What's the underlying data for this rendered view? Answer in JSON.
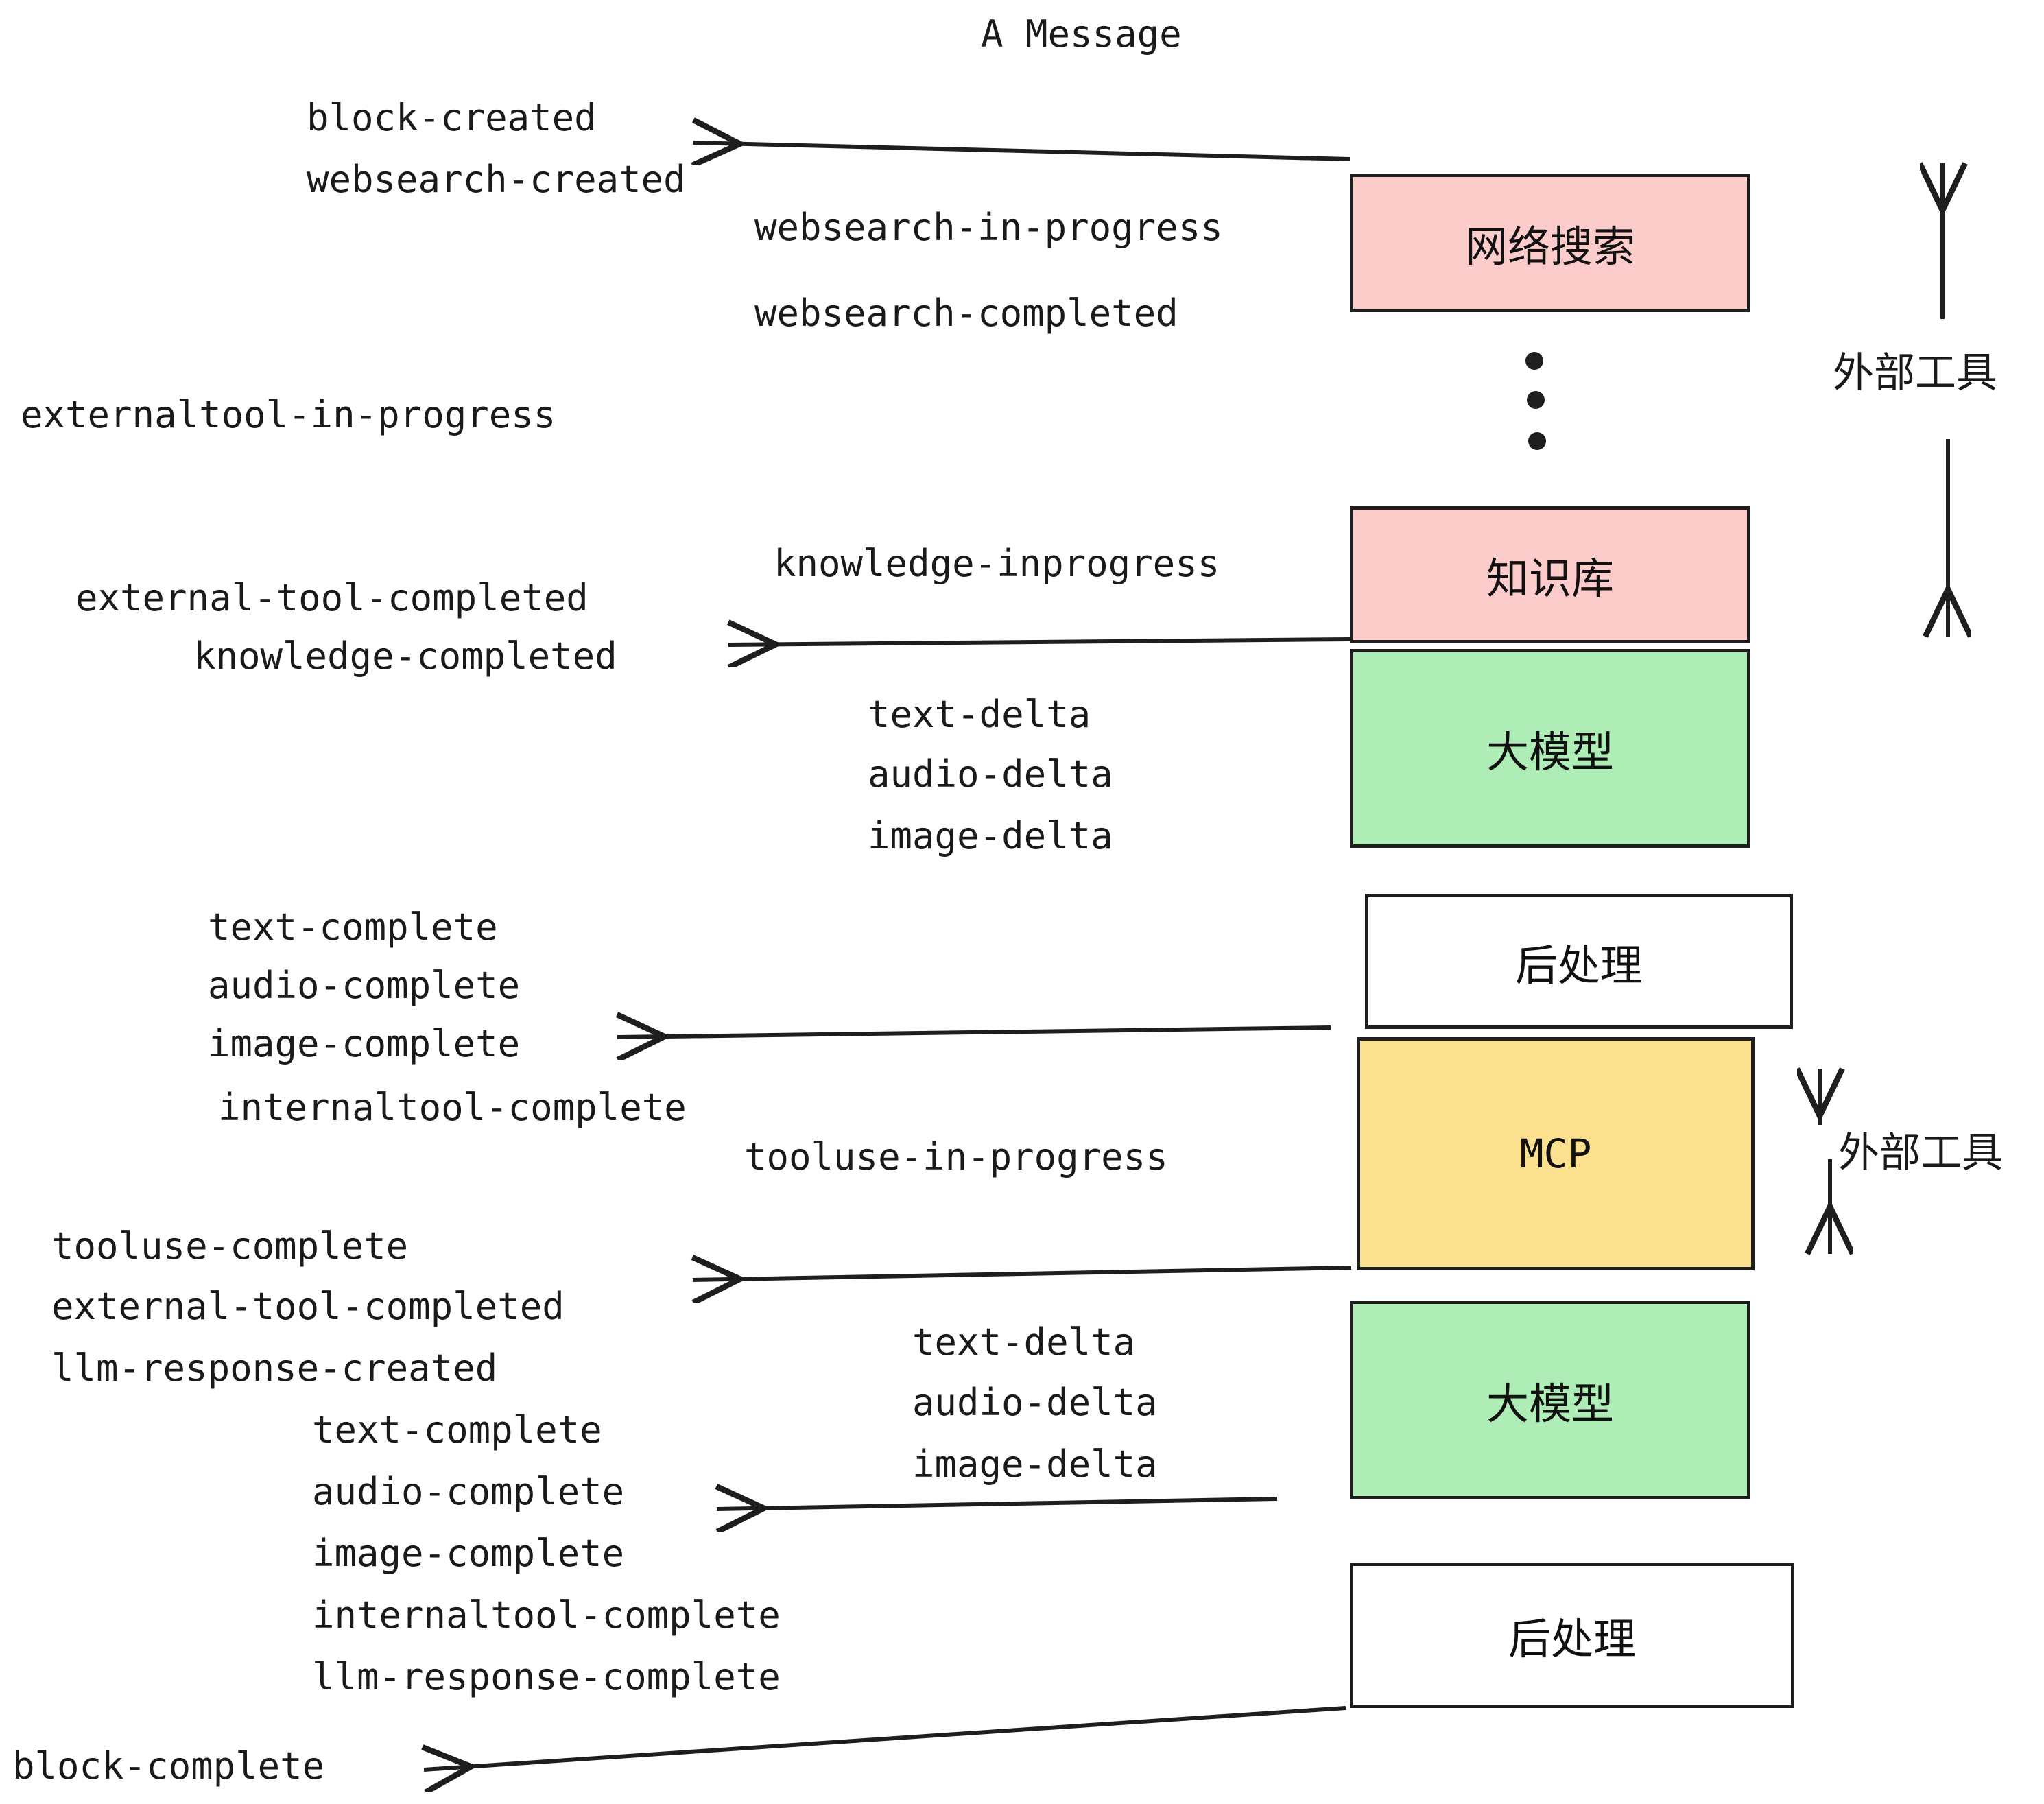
{
  "title": "A Message",
  "nodes": [
    {
      "id": "websearch",
      "label": "网络搜索",
      "color": "#fcccca",
      "type": "cjk"
    },
    {
      "id": "knowledge",
      "label": "知识库",
      "color": "#fcccca",
      "type": "cjk"
    },
    {
      "id": "llm-upper",
      "label": "大模型",
      "color": "#aeeeb6",
      "type": "cjk"
    },
    {
      "id": "postprocess-top",
      "label": "后处理",
      "color": "#ffffff",
      "type": "cjk"
    },
    {
      "id": "mcp",
      "label": "MCP",
      "color": "#fbe18f",
      "type": "mono"
    },
    {
      "id": "llm-lower",
      "label": "大模型",
      "color": "#aeeeb6",
      "type": "cjk"
    },
    {
      "id": "postprocess-bottom",
      "label": "后处理",
      "color": "#ffffff",
      "type": "cjk"
    }
  ],
  "side_labels": [
    {
      "id": "external-tool-top",
      "label": "外部工具"
    },
    {
      "id": "external-tool-bottom",
      "label": "外部工具"
    }
  ],
  "events": [
    {
      "id": "block-created",
      "text": "block-created"
    },
    {
      "id": "websearch-created",
      "text": "websearch-created"
    },
    {
      "id": "websearch-in-progress",
      "text": "websearch-in-progress"
    },
    {
      "id": "websearch-completed",
      "text": "websearch-completed"
    },
    {
      "id": "externaltool-in-progress",
      "text": "externaltool-in-progress"
    },
    {
      "id": "knowledge-inprogress",
      "text": "knowledge-inprogress"
    },
    {
      "id": "external-tool-completed-1",
      "text": "external-tool-completed"
    },
    {
      "id": "knowledge-completed",
      "text": "knowledge-completed"
    },
    {
      "id": "text-delta-1",
      "text": "text-delta"
    },
    {
      "id": "audio-delta-1",
      "text": "audio-delta"
    },
    {
      "id": "image-delta-1",
      "text": "image-delta"
    },
    {
      "id": "text-complete-1",
      "text": "text-complete"
    },
    {
      "id": "audio-complete-1",
      "text": "audio-complete"
    },
    {
      "id": "image-complete-1",
      "text": "image-complete"
    },
    {
      "id": "internaltool-complete-1",
      "text": "internaltool-complete"
    },
    {
      "id": "tooluse-in-progress",
      "text": "tooluse-in-progress"
    },
    {
      "id": "tooluse-complete",
      "text": "tooluse-complete"
    },
    {
      "id": "external-tool-completed-2",
      "text": "external-tool-completed"
    },
    {
      "id": "llm-response-created",
      "text": "llm-response-created"
    },
    {
      "id": "text-delta-2",
      "text": "text-delta"
    },
    {
      "id": "audio-delta-2",
      "text": "audio-delta"
    },
    {
      "id": "image-delta-2",
      "text": "image-delta"
    },
    {
      "id": "text-complete-2",
      "text": "text-complete"
    },
    {
      "id": "audio-complete-2",
      "text": "audio-complete"
    },
    {
      "id": "image-complete-2",
      "text": "image-complete"
    },
    {
      "id": "internaltool-complete-2",
      "text": "internaltool-complete"
    },
    {
      "id": "llm-response-complete",
      "text": "llm-response-complete"
    },
    {
      "id": "block-complete",
      "text": "block-complete"
    }
  ],
  "colors": {
    "pink": "#fcccca",
    "green": "#aeeeb6",
    "yellow": "#fbe18f",
    "white": "#ffffff",
    "stroke": "#1e1e1e",
    "text": "#1a1a1a",
    "background": "#ffffff"
  }
}
